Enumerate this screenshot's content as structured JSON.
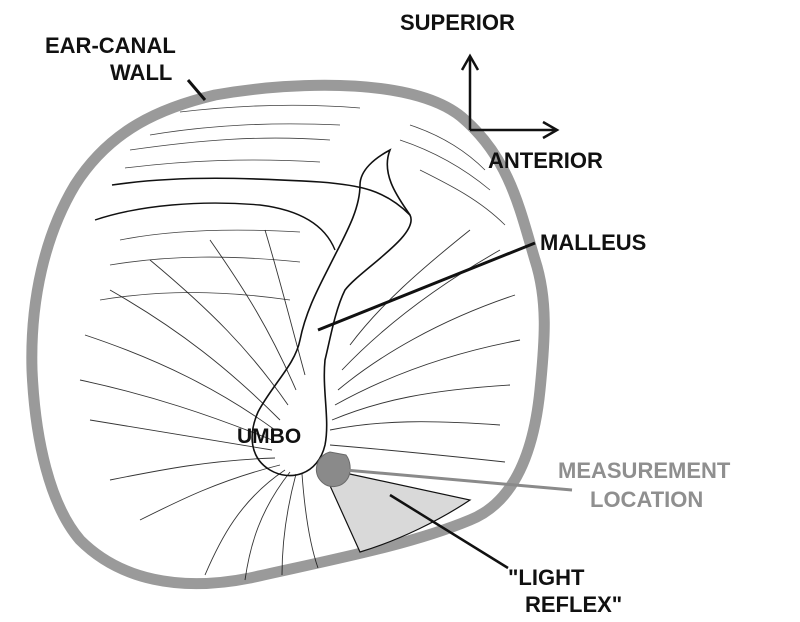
{
  "labels": {
    "ear_canal_line1": "EAR-CANAL",
    "ear_canal_line2": "WALL",
    "superior": "SUPERIOR",
    "anterior": "ANTERIOR",
    "malleus": "MALLEUS",
    "umbo": "UMBO",
    "measurement_line1": "MEASUREMENT",
    "measurement_line2": "LOCATION",
    "light_reflex_line1": "\"LIGHT",
    "light_reflex_line2": "REFLEX\""
  },
  "colors": {
    "ink": "#111111",
    "canal_wall": "#9a9a9a",
    "measurement": "#8a8a8a",
    "measurement_text": "#8f8f8f",
    "light_reflex_fill": "#d9d9d9"
  }
}
